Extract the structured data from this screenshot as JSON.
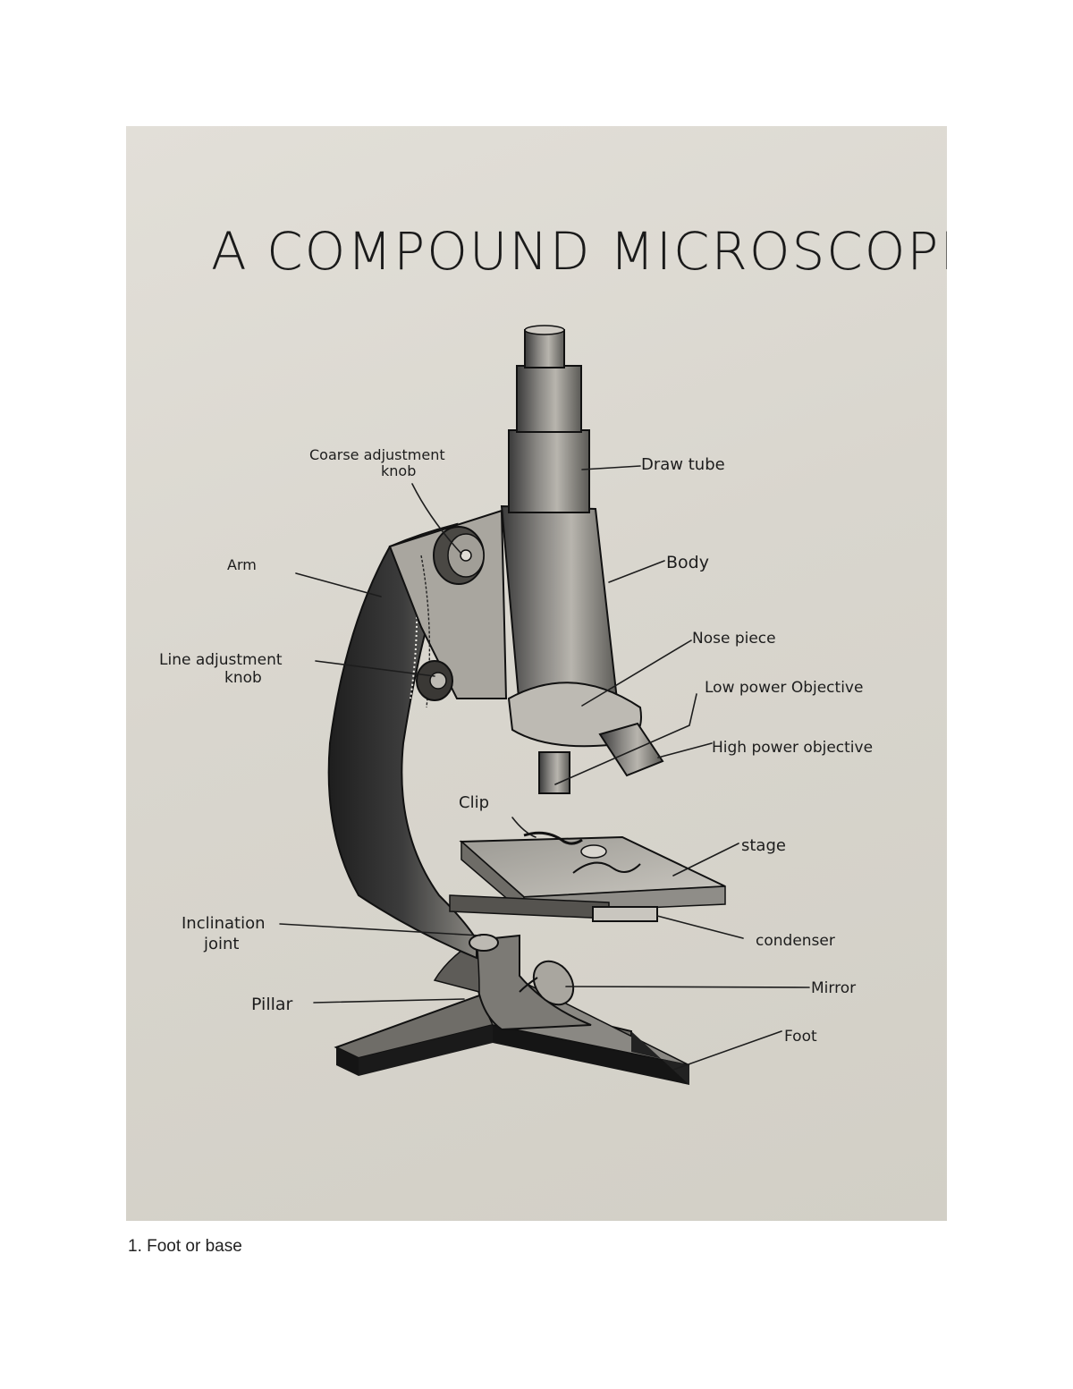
{
  "diagram": {
    "title": "A COMPOUND MICROSCOPE",
    "labels": {
      "coarse_adjustment_knob_line1": "Coarse adjustment",
      "coarse_adjustment_knob_line2": "knob",
      "draw_tube": "Draw tube",
      "arm": "Arm",
      "body": "Body",
      "nose_piece": "Nose piece",
      "fine_adjustment_knob_line1": "Line adjustment",
      "fine_adjustment_knob_line2": "knob",
      "low_power_objective": "Low power Objective",
      "high_power_objective": "High power objective",
      "clip": "Clip",
      "stage": "stage",
      "inclination_joint_line1": "Inclination",
      "inclination_joint_line2": "joint",
      "condenser": "condenser",
      "mirror": "Mirror",
      "pillar": "Pillar",
      "foot": "Foot"
    }
  },
  "caption": "1. Foot or base"
}
